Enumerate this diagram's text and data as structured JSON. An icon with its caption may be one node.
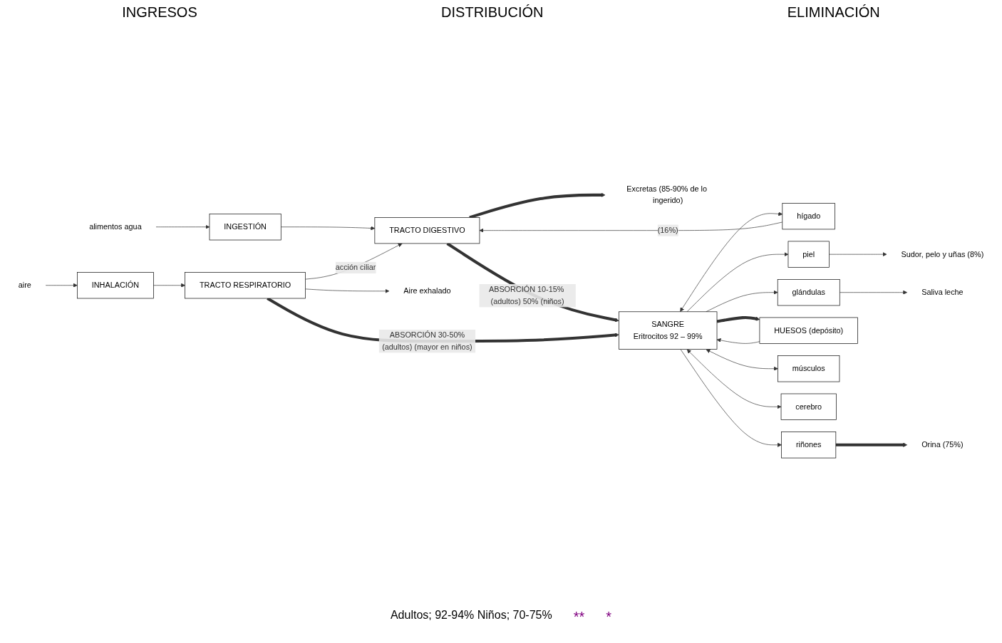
{
  "diagram": {
    "nodes": [
      {
        "text": [
          "alimentos agua"
        ]
      },
      {
        "text": [
          "INGESTIÓN"
        ]
      },
      {
        "text": [
          "TRACTO DIGESTIVO"
        ]
      },
      {
        "text": [
          "Excretas (85-90% de lo ingerido)"
        ]
      },
      {
        "text": [
          "SANGRE",
          "Eritrocitos 92 – 99%"
        ]
      },
      {
        "text": [
          "hígado"
        ]
      },
      {
        "text": [
          "piel"
        ]
      },
      {
        "text": [
          "glándulas"
        ]
      },
      {
        "text": [
          "HUESOS (depósito)"
        ]
      },
      {
        "text": [
          "músculos"
        ]
      },
      {
        "text": [
          "cerebro"
        ]
      },
      {
        "text": [
          "riñones"
        ]
      },
      {
        "text": [
          "Sudor, pelo y uñas (8%)"
        ]
      },
      {
        "text": [
          "Saliva leche"
        ]
      },
      {
        "text": [
          "Orina (75%)"
        ]
      },
      {
        "text": [
          "aire"
        ]
      },
      {
        "text": [
          "INHALACIÓN"
        ]
      },
      {
        "text": [
          "TRACTO RESPIRATORIO"
        ]
      },
      {
        "text": [
          "Aire exhalado"
        ]
      }
    ],
    "edges": [
      {
        "from": 0,
        "to": 1,
        "arrow": "to"
      },
      {
        "from": 1,
        "to": 2,
        "arrow": "to"
      },
      {
        "from": 2,
        "to": 3,
        "arrow": "to",
        "style": "thick"
      },
      {
        "from": 2,
        "to": 4,
        "arrow": "to",
        "style": "thick",
        "label": "ABSORCIÓN 10-15% (adultos) 50% (niños)"
      },
      {
        "from": 5,
        "to": 2,
        "arrow": "to",
        "label": "(16%)"
      },
      {
        "from": 4,
        "to": 5,
        "arrow": "both"
      },
      {
        "from": 4,
        "to": 6,
        "arrow": "to"
      },
      {
        "from": 4,
        "to": 7,
        "arrow": "to"
      },
      {
        "from": 4,
        "to": 8,
        "arrow": "to",
        "style": "thick"
      },
      {
        "from": 8,
        "to": 4,
        "arrow": "to"
      },
      {
        "from": 4,
        "to": 9,
        "arrow": "both"
      },
      {
        "from": 4,
        "to": 10,
        "arrow": "both"
      },
      {
        "from": 4,
        "to": 11,
        "arrow": "to"
      },
      {
        "from": 6,
        "to": 12,
        "arrow": "to"
      },
      {
        "from": 7,
        "to": 13,
        "arrow": "to"
      },
      {
        "from": 11,
        "to": 14,
        "arrow": "to",
        "style": "thick"
      },
      {
        "from": 15,
        "to": 16,
        "arrow": "to"
      },
      {
        "from": 16,
        "to": 17,
        "arrow": "to"
      },
      {
        "from": 17,
        "to": 18,
        "arrow": "to"
      },
      {
        "from": 17,
        "to": 4,
        "arrow": "to",
        "style": "thick",
        "label": "ABSORCIÓN 30-50%(adultos) (mayor en niños)"
      },
      {
        "from": 17,
        "to": 2,
        "arrow": "to",
        "label": "acción ciliar"
      }
    ],
    "labels": [
      "INGRESOS",
      "DISTRIBUCIÓN",
      "ELIMINACIÓN",
      "Adultos; 92-94% Niños; 70-75%",
      "**",
      "*"
    ]
  }
}
